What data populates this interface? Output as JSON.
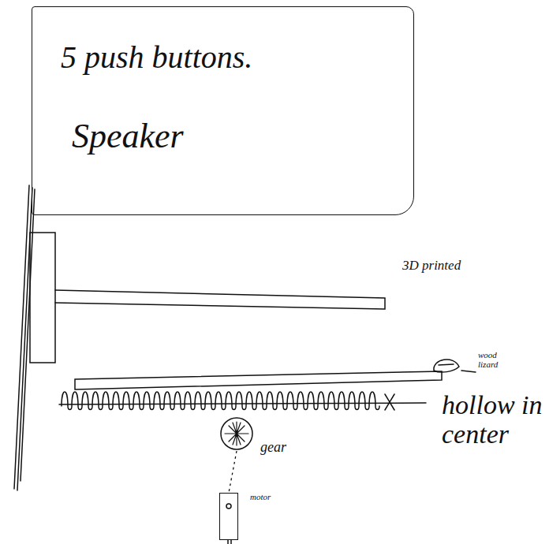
{
  "diagram": {
    "nodes": [
      {
        "text": [
          "5 push buttons.",
          "Speaker"
        ]
      },
      {
        "text": [
          "gear"
        ]
      },
      {
        "text": [
          "motor"
        ]
      }
    ],
    "edges": [
      {
        "from": 1,
        "to": 2,
        "arrow": "none"
      }
    ],
    "labels": [
      "3D printed",
      "wood lizard",
      "hollow in center"
    ]
  }
}
